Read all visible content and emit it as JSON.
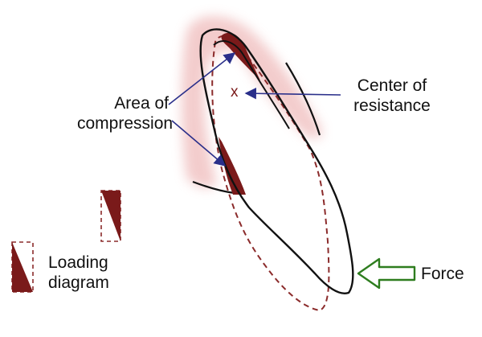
{
  "labels": {
    "area_of_compression": [
      "Area of",
      "compression"
    ],
    "center_of_resistance": [
      "Center of",
      "resistance"
    ],
    "loading_diagram": [
      "Loading",
      "diagram"
    ],
    "force": "Force",
    "center_marker": "x"
  },
  "colors": {
    "outline": "#111111",
    "compression_fill": "#7a1a1a",
    "dashed_outline": "#8b2b2b",
    "gum_tint": "#f2c7c7",
    "pointer_line": "#2a2f8a",
    "force_arrow": "#2e7d1f",
    "text": "#111111"
  }
}
